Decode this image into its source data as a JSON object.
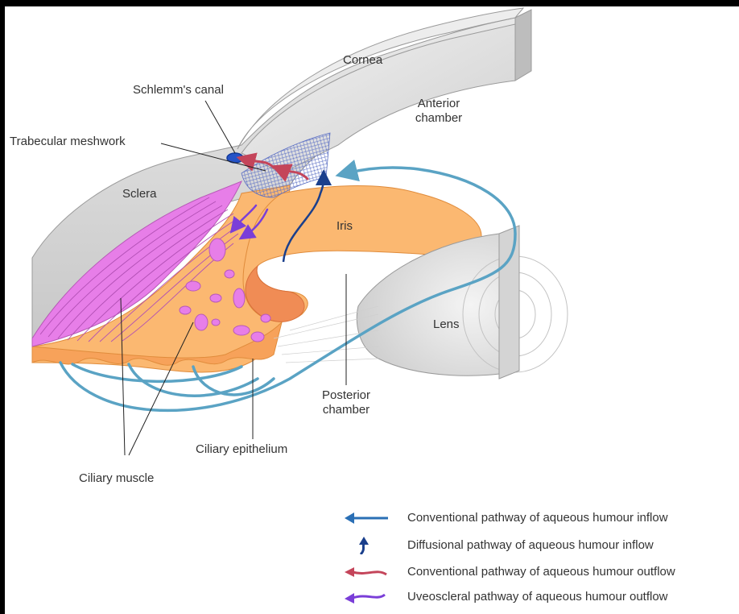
{
  "labels": {
    "cornea": "Cornea",
    "anterior_chamber": "Anterior\nchamber",
    "schlemms_canal": "Schlemm's canal",
    "trabecular_meshwork": "Trabecular meshwork",
    "sclera": "Sclera",
    "iris": "Iris",
    "lens": "Lens",
    "posterior_chamber": "Posterior\nchamber",
    "ciliary_epithelium": "Ciliary epithelium",
    "ciliary_muscle": "Ciliary muscle"
  },
  "legend": [
    {
      "label": "Conventional pathway of aqueous humour inflow",
      "color": "#2a6fb5"
    },
    {
      "label": "Diffusional pathway of aqueous humour inflow",
      "color": "#1a3f8c"
    },
    {
      "label": "Conventional pathway of aqueous humour outflow",
      "color": "#c4455a"
    },
    {
      "label": "Uveoscleral  pathway of aqueous humour outflow",
      "color": "#7a3ed8"
    }
  ],
  "colors": {
    "tissue_gray": "#d9d9d9",
    "iris_orange": "#fbb871",
    "ciliary_pink": "#e77ee8",
    "inflow_blue": "#5aa3c4"
  }
}
